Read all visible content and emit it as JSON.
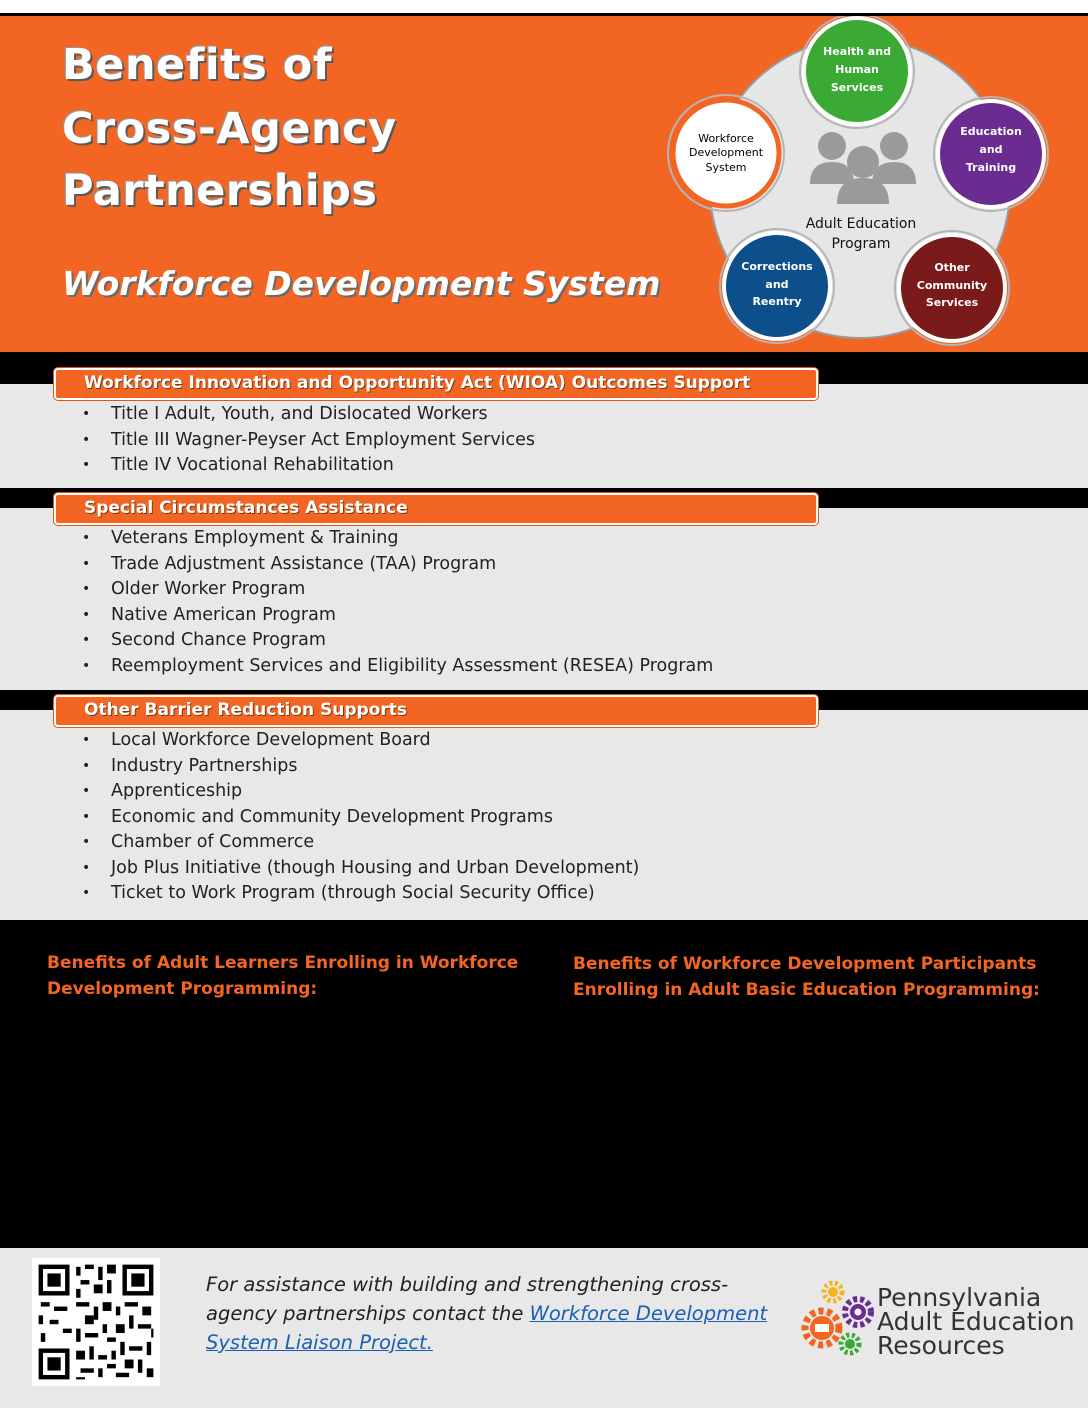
{
  "header": {
    "title_line1": "Benefits of",
    "title_line2": "Cross-Agency",
    "title_line3": "Partnerships",
    "subtitle": "Workforce Development System"
  },
  "diagram": {
    "center_label_line1": "Adult Education",
    "center_label_line2": "Program",
    "nodes": [
      {
        "lines": [
          "Health and",
          "Human",
          "Services"
        ],
        "color": "#3aaa35"
      },
      {
        "lines": [
          "Education",
          "and",
          "Training"
        ],
        "color": "#6a2c91"
      },
      {
        "lines": [
          "Other",
          "Community",
          "Services"
        ],
        "color": "#7b1a1a"
      },
      {
        "lines": [
          "Corrections",
          "and",
          "Reentry"
        ],
        "color": "#0d4f8b"
      },
      {
        "lines": [
          "Workforce",
          "Development",
          "System"
        ],
        "color": "#ffffff"
      }
    ]
  },
  "sections": [
    {
      "heading": "Workforce Innovation and Opportunity Act (WIOA) Outcomes Support",
      "items": [
        "Title I Adult, Youth, and Dislocated Workers",
        "Title III Wagner-Peyser Act Employment Services",
        "Title IV Vocational Rehabilitation"
      ]
    },
    {
      "heading": "Special Circumstances Assistance",
      "items": [
        "Veterans Employment & Training",
        "Trade Adjustment Assistance (TAA) Program",
        "Older Worker Program",
        "Native American Program",
        "Second Chance Program",
        "Reemployment Services and Eligibility Assessment (RESEA) Program"
      ]
    },
    {
      "heading": "Other Barrier Reduction Supports",
      "items": [
        "Local Workforce Development Board",
        "Industry Partnerships",
        "Apprenticeship",
        "Economic and Community Development Programs",
        "Chamber of Commerce",
        "Job Plus Initiative (though Housing and Urban Development)",
        "Ticket to Work Program (through Social Security Office)"
      ]
    }
  ],
  "benefits": {
    "left_heading_line1": "Benefits of Adult Learners Enrolling in Workforce",
    "left_heading_line2": "Development Programming:",
    "right_heading_line1": "Benefits of Workforce Development Participants",
    "right_heading_line2": "Enrolling in Adult Basic Education Programming:"
  },
  "footer": {
    "contact_text": "For assistance with building and strengthening cross-agency partnerships contact the ",
    "contact_link": "Workforce Development System Liaison Project.",
    "logo_line1": "Pennsylvania",
    "logo_line2": "Adult Education",
    "logo_line3": "Resources"
  },
  "colors": {
    "accent": "#f26522",
    "band_grey": "#e8e8e8",
    "black": "#000000"
  }
}
